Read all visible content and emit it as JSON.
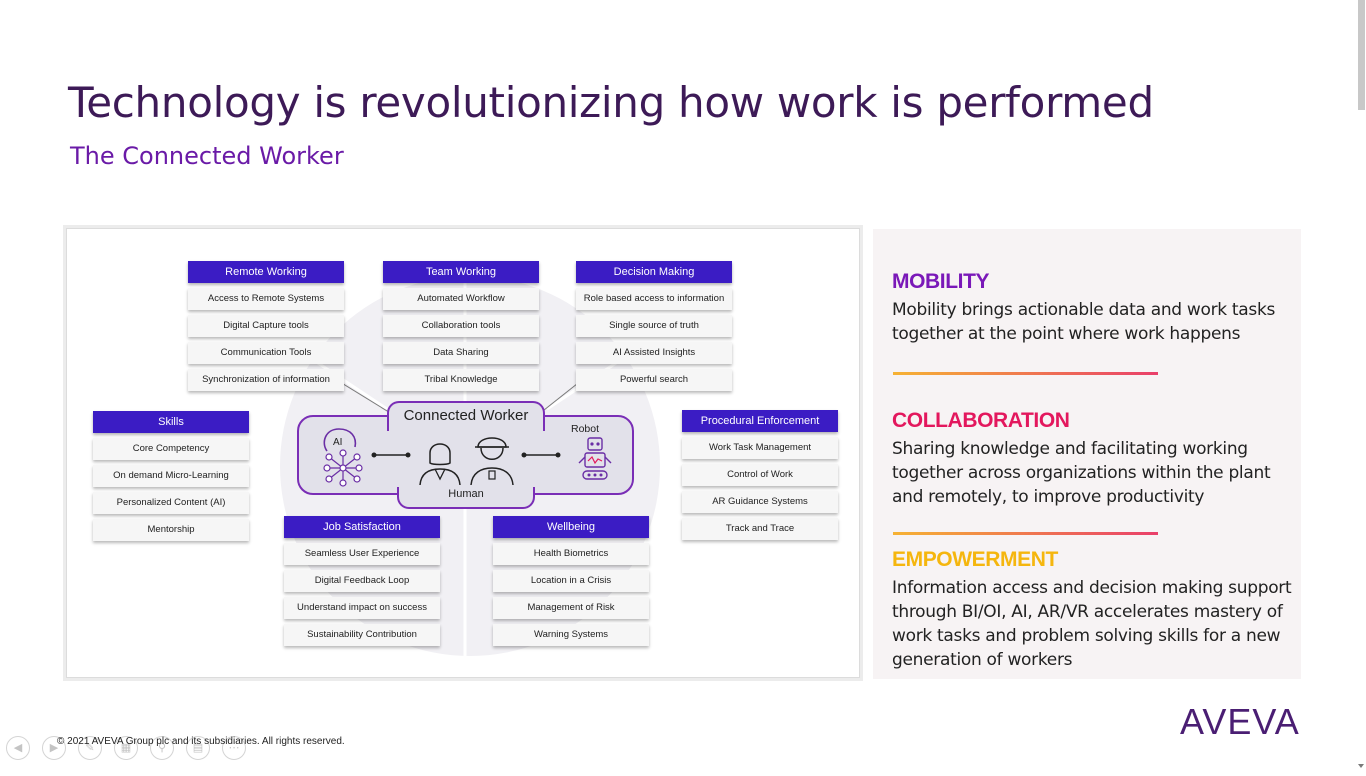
{
  "slide": {
    "title": "Technology is revolutionizing how work is performed",
    "subtitle": "The Connected Worker"
  },
  "diagram": {
    "hub_title": "Connected Worker",
    "hub_ai": "AI",
    "hub_robot": "Robot",
    "hub_human": "Human",
    "categories": [
      {
        "name": "Remote Working",
        "items": [
          "Access to Remote Systems",
          "Digital Capture tools",
          "Communication Tools",
          "Synchronization of information"
        ]
      },
      {
        "name": "Team Working",
        "items": [
          "Automated Workflow",
          "Collaboration tools",
          "Data Sharing",
          "Tribal Knowledge"
        ]
      },
      {
        "name": "Decision Making",
        "items": [
          "Role based access to information",
          "Single source of truth",
          "AI Assisted Insights",
          "Powerful search"
        ]
      },
      {
        "name": "Skills",
        "items": [
          "Core Competency",
          "On demand Micro-Learning",
          "Personalized Content (AI)",
          "Mentorship"
        ]
      },
      {
        "name": "Procedural Enforcement",
        "items": [
          "Work Task Management",
          "Control of Work",
          "AR Guidance Systems",
          "Track and Trace"
        ]
      },
      {
        "name": "Job Satisfaction",
        "items": [
          "Seamless User Experience",
          "Digital Feedback Loop",
          "Understand impact on success",
          "Sustainability Contribution"
        ]
      },
      {
        "name": "Wellbeing",
        "items": [
          "Health Biometrics",
          "Location in a Crisis",
          "Management of Risk",
          "Warning Systems"
        ]
      }
    ]
  },
  "panel": {
    "sections": [
      {
        "heading": "MOBILITY",
        "color": "#7a18b8",
        "text": "Mobility brings actionable data and work tasks together at the point where work happens"
      },
      {
        "heading": "COLLABORATION",
        "color": "#e3175d",
        "text": "Sharing knowledge and facilitating working together across organizations within the plant and remotely, to improve productivity"
      },
      {
        "heading": "EMPOWERMENT",
        "color": "#f5b60e",
        "text": "Information access and decision making support through BI/OI, AI, AR/VR accelerates mastery of work tasks and problem solving skills for a new generation of workers"
      }
    ]
  },
  "footer": {
    "copyright": "© 2021 AVEVA Group plc and its subsidiaries. All rights reserved.",
    "logo_text": "AVEVA"
  },
  "colors": {
    "accent": "#3b1cc4",
    "hub_border": "#7a2eb6",
    "logo": "#4a1e73"
  },
  "toolbar_icons": [
    "previous-icon",
    "next-icon",
    "pen-icon",
    "slides-icon",
    "zoom-icon",
    "subtitles-icon",
    "more-icon"
  ]
}
